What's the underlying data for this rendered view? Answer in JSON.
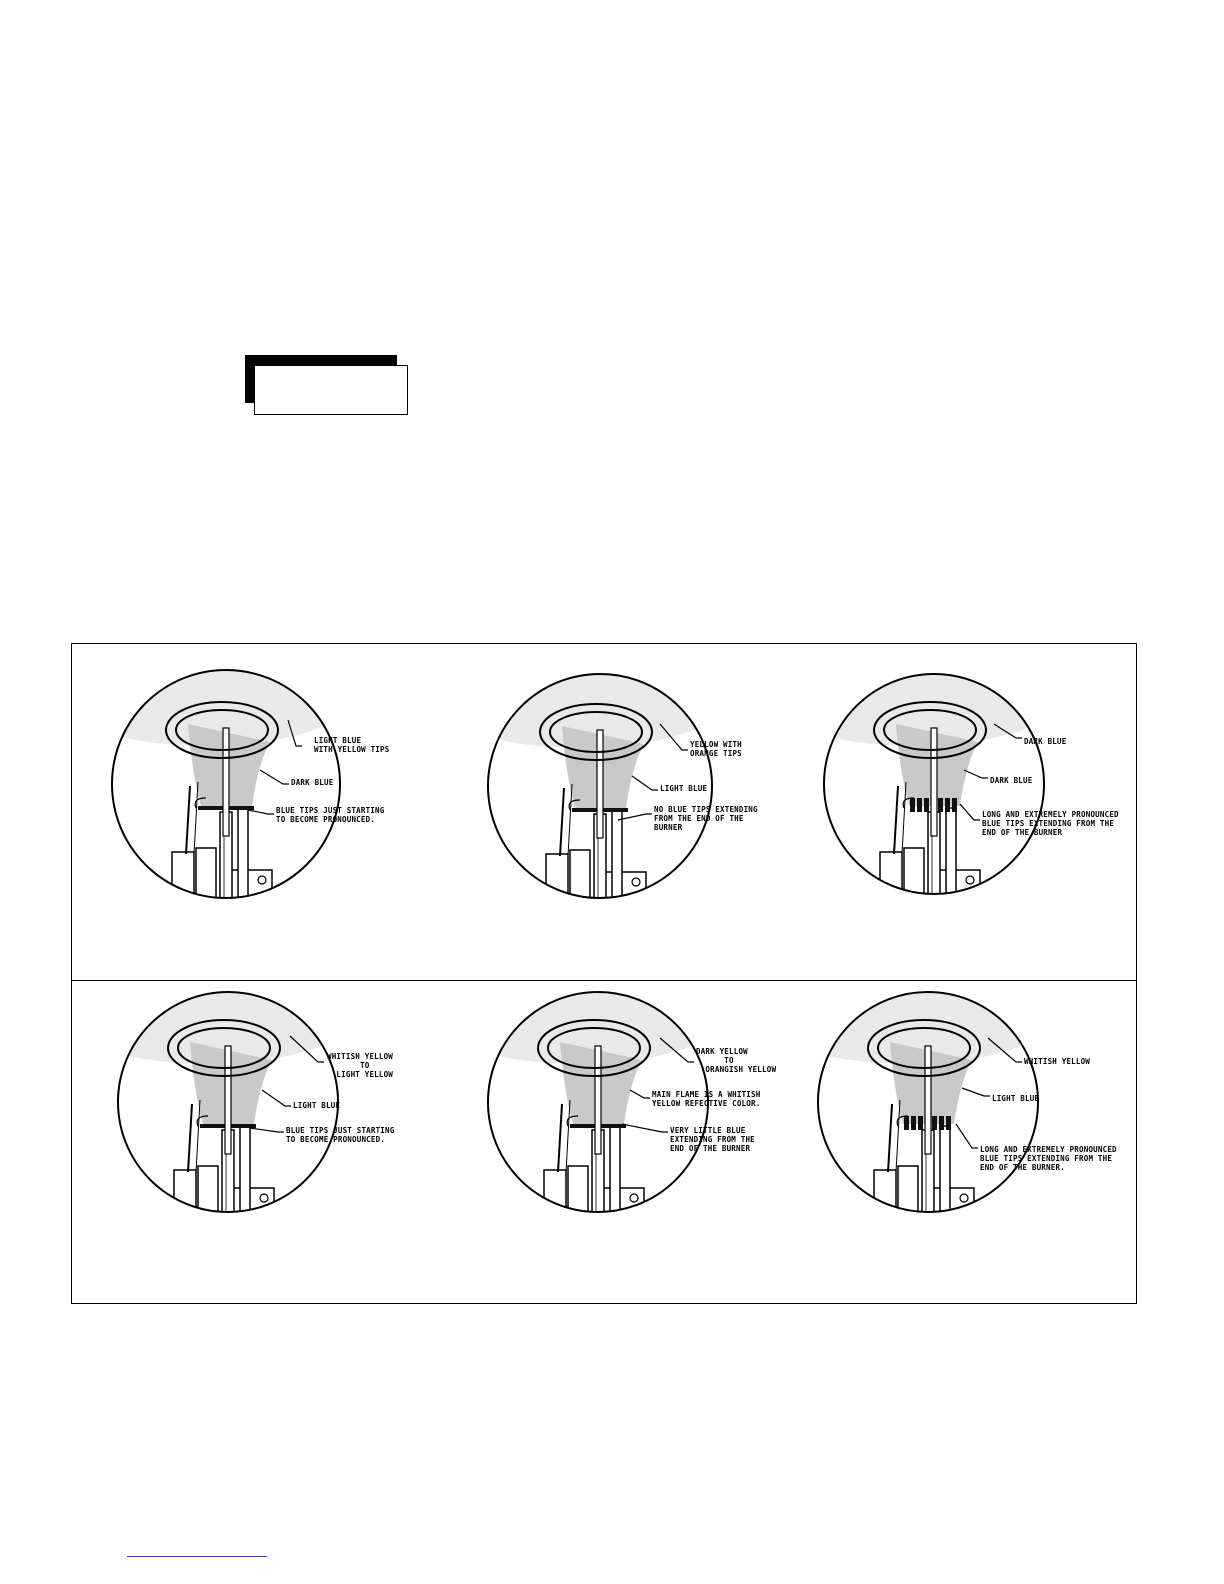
{
  "panels": [
    {
      "labels": [
        "LIGHT BLUE\nWITH YELLOW TIPS",
        "DARK BLUE",
        "BLUE TIPS JUST STARTING\nTO BECOME PRONOUNCED."
      ]
    },
    {
      "labels": [
        "YELLOW WITH\nORANGE TIPS",
        "LIGHT BLUE",
        "NO BLUE TIPS EXTENDING\nFROM THE END OF THE\nBURNER"
      ]
    },
    {
      "labels": [
        "DARK BLUE",
        "DARK BLUE",
        "LONG AND EXTREMELY PRONOUNCED\nBLUE TIPS EXTENDING FROM THE\nEND OF THE BURNER"
      ]
    },
    {
      "labels": [
        "WHITISH YELLOW\n       TO\n  LIGHT YELLOW",
        "LIGHT BLUE",
        "BLUE TIPS JUST STARTING\nTO BECOME PRONOUNCED."
      ]
    },
    {
      "labels": [
        "DARK YELLOW\n      TO\n  ORANGISH YELLOW",
        "MAIN FLAME IS A WHITISH\nYELLOW REFECTIVE COLOR.",
        "VERY LITTLE BLUE\nEXTENDING FROM THE\nEND OF THE BURNER"
      ]
    },
    {
      "labels": [
        "WHITISH YELLOW",
        "LIGHT BLUE",
        "LONG AND EXTREMELY PRONOUNCED\nBLUE TIPS EXTENDING FROM THE\nEND OF THE BURNER."
      ]
    }
  ]
}
